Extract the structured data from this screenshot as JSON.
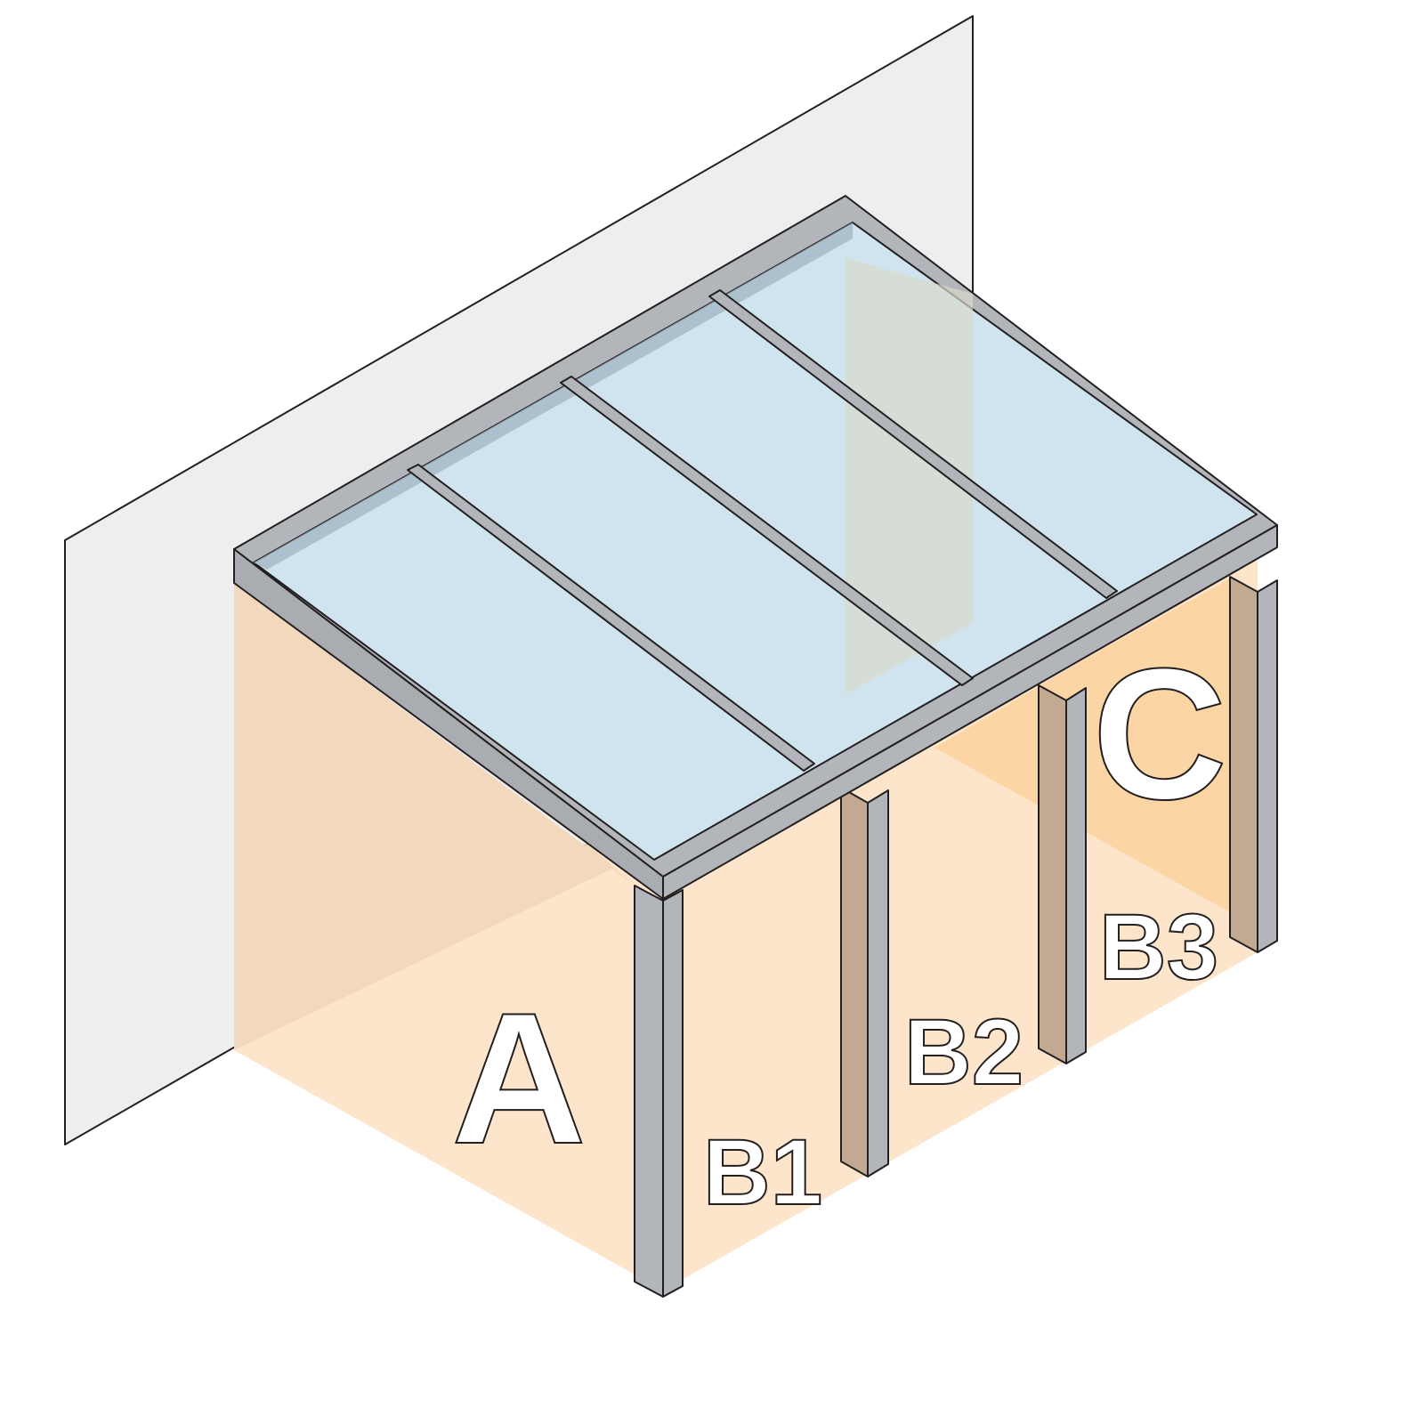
{
  "diagram": {
    "labels": {
      "a": "A",
      "b1": "B1",
      "b2": "B2",
      "b3": "B3",
      "c": "C"
    },
    "colors": {
      "wall": "#eeeeee",
      "floor": "#fde5cc",
      "side_a": "#f2d8bd",
      "side_c": "#fcd5a5",
      "glass": "#cfe4ef",
      "frame": "#b2b5ba",
      "frame_dark": "#a3b6c4",
      "back_post": "#c2aa92"
    }
  }
}
